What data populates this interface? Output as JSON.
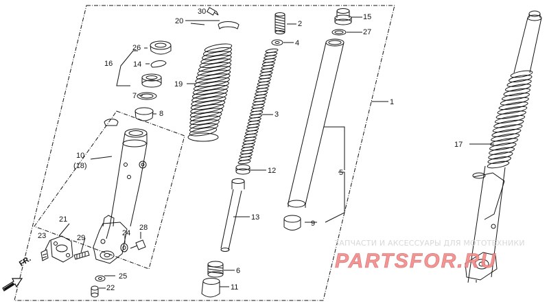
{
  "callouts": [
    {
      "id": "c1",
      "text": "1"
    },
    {
      "id": "c2",
      "text": "2"
    },
    {
      "id": "c3",
      "text": "3"
    },
    {
      "id": "c4",
      "text": "4"
    },
    {
      "id": "c5",
      "text": "5"
    },
    {
      "id": "c6",
      "text": "6"
    },
    {
      "id": "c7",
      "text": "7"
    },
    {
      "id": "c8",
      "text": "8"
    },
    {
      "id": "c9",
      "text": "9"
    },
    {
      "id": "c10",
      "text": "10"
    },
    {
      "id": "c10b",
      "text": "(18)"
    },
    {
      "id": "c11",
      "text": "11"
    },
    {
      "id": "c12",
      "text": "12"
    },
    {
      "id": "c13",
      "text": "13"
    },
    {
      "id": "c14",
      "text": "14"
    },
    {
      "id": "c15",
      "text": "15"
    },
    {
      "id": "c16",
      "text": "16"
    },
    {
      "id": "c17",
      "text": "17"
    },
    {
      "id": "c19",
      "text": "19"
    },
    {
      "id": "c20",
      "text": "20"
    },
    {
      "id": "c21",
      "text": "21"
    },
    {
      "id": "c22",
      "text": "22"
    },
    {
      "id": "c23",
      "text": "23"
    },
    {
      "id": "c24",
      "text": "24"
    },
    {
      "id": "c25",
      "text": "25"
    },
    {
      "id": "c26",
      "text": "26"
    },
    {
      "id": "c27",
      "text": "27"
    },
    {
      "id": "c28",
      "text": "28"
    },
    {
      "id": "c29",
      "text": "29"
    },
    {
      "id": "c30",
      "text": "30"
    }
  ],
  "direction_label": "FR.",
  "watermark": {
    "caption": "ЗАПЧАСТИ И АКСЕССУАРЫ ДЛЯ МОТОТЕХНИКИ",
    "logo_text": "PARTSFOR.RU",
    "logo_color": "#f08a8a"
  },
  "colors": {
    "line": "#111111",
    "background": "#ffffff"
  }
}
